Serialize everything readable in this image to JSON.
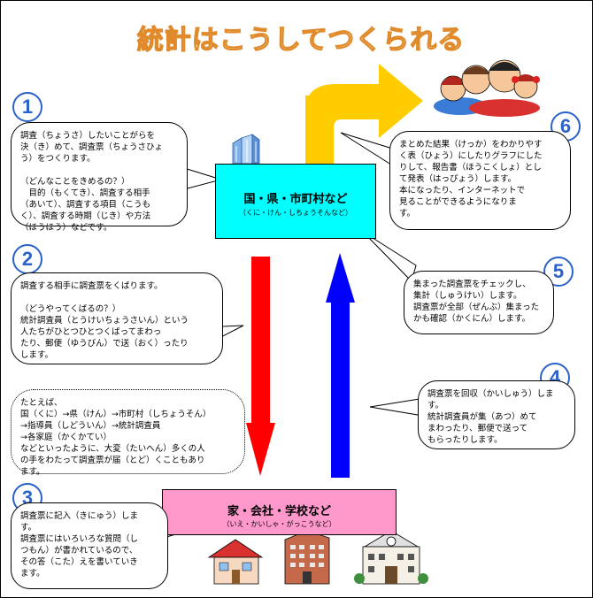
{
  "title": "統計はこうしてつくられる",
  "gov_box": {
    "label": "国・県・市町村など",
    "reading": "（くに・けん・しちょうそんなど）"
  },
  "home_box": {
    "label": "家・会社・学校など",
    "reading": "（いえ・かいしゃ・がっこうなど）"
  },
  "steps": [
    {
      "number": "1",
      "lines": [
        "調査（ちょうさ）したいことがらを",
        "決（き）めて、調査票（ちょうさひょ",
        "う）をつくります。",
        "",
        "（どんなことをきめるの？）",
        "　目的（もくてき）、調査する相手",
        "（あいて）、調査する項目（こうも",
        "く）、調査する時期（じき）や方法",
        "（ほうほう）などです。"
      ]
    },
    {
      "number": "2",
      "lines": [
        "調査する相手に調査票をくばります。",
        "",
        "（どうやってくばるの？）",
        "統計調査員（とうけいちょうさいん）という",
        "人たちがひとつひとつくばってまわっ",
        "たり、郵便（ゆうびん）で送（おく）ったり",
        "します。"
      ]
    },
    {
      "number": "3",
      "lines": [
        "調査票に記入（きにゅう）しま",
        "す。",
        "調査票にはいろいろな質問（し",
        "つもん）が書かれているので、",
        "その答（こた）えを書いていき",
        "ます。"
      ]
    },
    {
      "number": "4",
      "lines": [
        "調査票を回収（かいしゅう）しま",
        "す。",
        "統計調査員が集（あつ）めて",
        "まわったり、郵便で送って",
        "もらったりします。"
      ]
    },
    {
      "number": "5",
      "lines": [
        "集まった調査票をチェックし、",
        "集計（しゅうけい）します。",
        "調査票が全部（ぜんぶ）集まった",
        "かも確認（かくにん）します。"
      ]
    },
    {
      "number": "6",
      "lines": [
        "まとめた結果（けっか）をわかりやす",
        "く表（ひょう）にしたりグラフにした",
        "りして、報告書（ほうこくしょ）とし",
        "て発表（はっぴょう）します。",
        "本になったり、インターネットで",
        "見ることができるようになりま",
        "す。"
      ]
    }
  ],
  "example": {
    "lines": [
      "たとえば、",
      "国（くに）→県（けん）→市町村（しちょうそん）",
      "→指導員（しどういん）→統計調査員",
      "→各家庭（かくかてい）",
      "などといったように、大変（たいへん）多くの人",
      "の手をわたって調査票が届（とど）くこともあり",
      "ます。"
    ]
  },
  "colors": {
    "arrow_down": "#ff0000",
    "arrow_up": "#0000ff",
    "arrow_out": "#ffcc00",
    "gov": "#00ffff",
    "home": "#ff99cc",
    "number": "#2a62c9"
  },
  "icons": [
    "skyscraper-icon",
    "family-icon",
    "house-icon",
    "office-building-icon",
    "school-icon"
  ]
}
